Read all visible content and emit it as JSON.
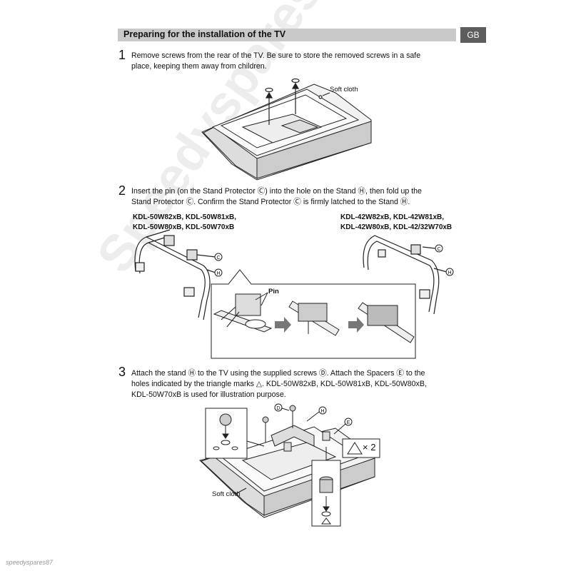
{
  "header": {
    "title": "Preparing for the installation of the TV",
    "lang_tab": "GB"
  },
  "steps": [
    {
      "number": "1",
      "line1": "Remove screws from the rear of the TV. Be sure to store the removed screws in a safe",
      "line2": "place, keeping them away from children.",
      "label_soft_cloth": "Soft cloth"
    },
    {
      "number": "2",
      "line1": "Insert the pin (on the Stand Protector Ⓒ) into the hole on the Stand Ⓗ, then fold up the",
      "line2": "Stand Protector Ⓒ. Confirm the Stand Protector Ⓒ is firmly latched to the Stand Ⓗ.",
      "models_left_1": "KDL-50W82xB, KDL-50W81xB,",
      "models_left_2": "KDL-50W80xB, KDL-50W70xB",
      "models_right_1": "KDL-42W82xB, KDL-42W81xB,",
      "models_right_2": "KDL-42W80xB, KDL-42/32W70xB",
      "label_pin": "Pin",
      "callout_c": "C",
      "callout_h": "H"
    },
    {
      "number": "3",
      "line1": "Attach the stand Ⓗ to the TV using the supplied screws Ⓓ. Attach the Spacers Ⓔ to the",
      "line2": "holes indicated by the triangle marks △. KDL-50W82xB, KDL-50W81xB, KDL-50W80xB,",
      "line3": "KDL-50W70xB is used for illustration purpose.",
      "label_soft_cloth": "Soft cloth",
      "times_two": "× 2",
      "callout_d": "D",
      "callout_h": "H",
      "callout_e": "E"
    }
  ],
  "watermark": "Speedyspares87",
  "footer": "speedyspares87"
}
